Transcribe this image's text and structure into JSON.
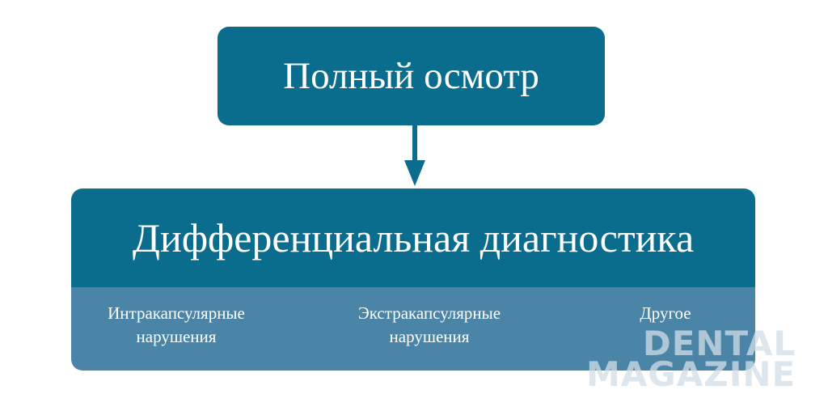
{
  "top_box": {
    "label": "Полный осмотр"
  },
  "bottom_box": {
    "title": "Дифференциальная диагностика",
    "categories": [
      {
        "line1": "Интракапсулярные",
        "line2": "нарушения"
      },
      {
        "line1": "Экстракапсулярные",
        "line2": "нарушения"
      },
      {
        "line1": "Другое",
        "line2": ""
      }
    ]
  },
  "watermark": {
    "line1": "DENTAL",
    "line2": "MAGAZINE"
  },
  "colors": {
    "primary": "#0b6d8d",
    "secondary": "#4a85a8"
  }
}
